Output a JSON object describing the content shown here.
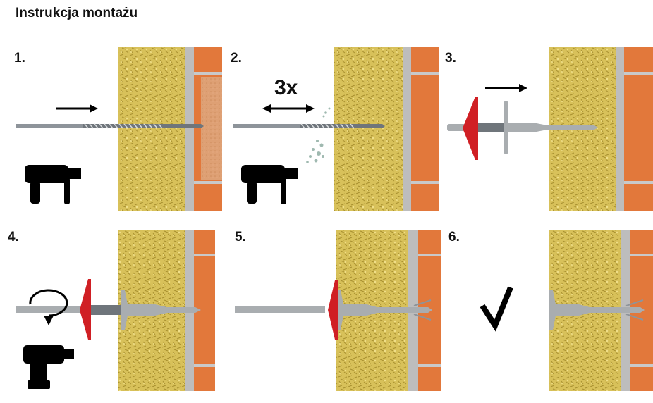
{
  "title": "Instrukcja montażu",
  "steps": [
    {
      "number": "1.",
      "tool": "hammer-drill-icon"
    },
    {
      "number": "2.",
      "repeat_label": "3x",
      "tool": "hammer-drill-icon"
    },
    {
      "number": "3."
    },
    {
      "number": "4.",
      "tool": "cordless-screwdriver-icon"
    },
    {
      "number": "5."
    },
    {
      "number": "6."
    }
  ],
  "colors": {
    "insulation": "#d8c15a",
    "brick": "#e2783b",
    "plaster": "#c8c8c8",
    "anchor_plate": "#d01f24",
    "anchor_body": "#a9adb0",
    "drill_bit": "#8e949a"
  }
}
